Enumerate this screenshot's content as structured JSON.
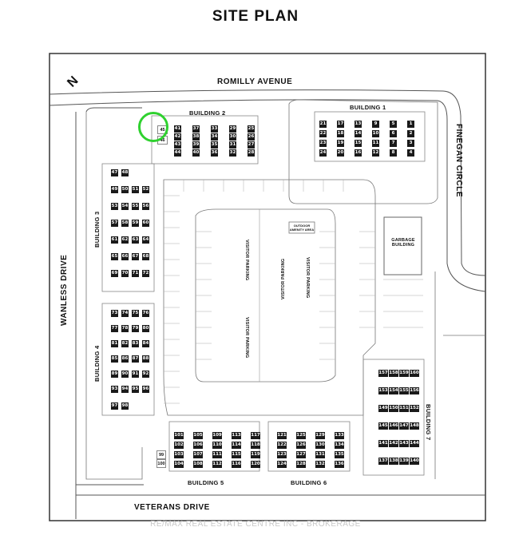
{
  "title": "SITE PLAN",
  "streets": {
    "north": "ROMILLY AVENUE",
    "east": "FINEGAN CIRCLE",
    "west": "WANLESS DRIVE",
    "south": "VETERANS DRIVE"
  },
  "north_arrow": "N",
  "buildings": {
    "b1": "BUILDING 1",
    "b2": "BUILDING 2",
    "b3": "BUILDING 3",
    "b4": "BUILDING 4",
    "b5": "BUILDING 5",
    "b6": "BUILDING 6",
    "b7": "BUILDING 7"
  },
  "amenities": {
    "garbage": "GARBAGE BUILDING",
    "outdoor": "OUTDOOR AMENITY AREA",
    "visitor": "VISITOR PARKING"
  },
  "units": {
    "b1": [
      [
        "21",
        "17",
        "13",
        "9",
        "5",
        "1"
      ],
      [
        "22",
        "18",
        "14",
        "10",
        "6",
        "2"
      ],
      [
        "23",
        "19",
        "15",
        "11",
        "7",
        "3"
      ],
      [
        "24",
        "20",
        "16",
        "12",
        "8",
        "4"
      ]
    ],
    "b2_left": [
      [
        "45"
      ],
      [
        "46"
      ]
    ],
    "b2": [
      [
        "41",
        "37",
        "33",
        "29",
        "25"
      ],
      [
        "42",
        "38",
        "34",
        "30",
        "26"
      ],
      [
        "43",
        "39",
        "35",
        "31",
        "27"
      ],
      [
        "44",
        "40",
        "36",
        "32",
        "28"
      ]
    ],
    "b3": [
      [
        "47",
        "48"
      ],
      [
        "49",
        "50",
        "51",
        "52"
      ],
      [
        "53",
        "54",
        "55",
        "56"
      ],
      [
        "57",
        "58",
        "59",
        "60"
      ],
      [
        "61",
        "62",
        "63",
        "64"
      ],
      [
        "65",
        "66",
        "67",
        "68"
      ],
      [
        "69",
        "70",
        "71",
        "72"
      ]
    ],
    "b4": [
      [
        "73",
        "74",
        "75",
        "76"
      ],
      [
        "77",
        "78",
        "79",
        "80"
      ],
      [
        "81",
        "82",
        "83",
        "84"
      ],
      [
        "85",
        "86",
        "87",
        "88"
      ],
      [
        "89",
        "90",
        "91",
        "92"
      ],
      [
        "93",
        "94",
        "95",
        "96"
      ],
      [
        "97",
        "98"
      ]
    ],
    "b5": [
      [
        "99"
      ],
      [
        "100"
      ]
    ],
    "b5_main": [
      [
        "101",
        "105",
        "109",
        "113",
        "117"
      ],
      [
        "102",
        "106",
        "110",
        "114",
        "118"
      ],
      [
        "103",
        "107",
        "111",
        "115",
        "119"
      ],
      [
        "104",
        "108",
        "112",
        "116",
        "120"
      ]
    ],
    "b6": [
      [
        "121",
        "125",
        "129",
        "133"
      ],
      [
        "122",
        "126",
        "130",
        "134"
      ],
      [
        "123",
        "127",
        "131",
        "135"
      ],
      [
        "124",
        "128",
        "132",
        "136"
      ]
    ],
    "b7": [
      [
        "157",
        "158",
        "159",
        "160"
      ],
      [
        "153",
        "154",
        "155",
        "156"
      ],
      [
        "149",
        "150",
        "151",
        "152"
      ],
      [
        "145",
        "146",
        "147",
        "148"
      ],
      [
        "141",
        "142",
        "143",
        "144"
      ],
      [
        "137",
        "138",
        "139",
        "140"
      ]
    ]
  },
  "highlighted_units": [
    "45",
    "46"
  ],
  "watermark": "RE/MAX REAL ESTATE CENTRE INC - BROKERAGE",
  "colors": {
    "highlight": "#2fd12f",
    "unit_fill": "#1a1a1a"
  }
}
